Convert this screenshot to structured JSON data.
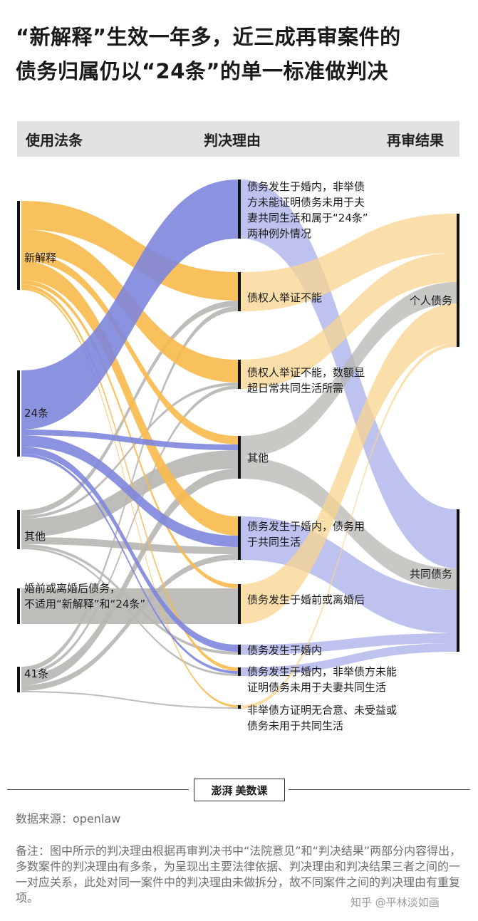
{
  "title_line1": "“新解释”生效一年多，近三成再审案件的",
  "title_line2": "债务归属仍以“24条”的单一标准做判决",
  "header": {
    "col1": "使用法条",
    "col2": "判决理由",
    "col3": "再审结果"
  },
  "logo": {
    "part1": "澎湃",
    "part2": "美数课"
  },
  "source": "数据来源：openlaw",
  "note": "备注：图中所示的判决理由根据再审判决书中“法院意见”和“判决结果”两部分内容得出，多数案件的判决理由有多条，为呈现出主要法律依据、判决理由和判决结果三者之间的一一对应关系，此处对同一案件中的判决理由未做拆分，故不同案件之间的判决理由有重复项。",
  "watermark": "知乎 @平林淡如画",
  "colors": {
    "xinjieshi": "#f8b94c",
    "tiao24": "#7e86dd",
    "other": "#b7b6b1",
    "result_personal": "#f8d48d",
    "result_common": "#a7adea"
  },
  "chart_data": {
    "type": "sankey",
    "nodes": {
      "law": [
        "新解释",
        "24条",
        "其他",
        "婚前或离婚后债务，\n不适用“新解释”和“24条”",
        "41条"
      ],
      "reason": [
        "债务发生于婚内，非举债\n方未能证明债务未用于夫\n妻共同生活和属于“24条”\n两种例外情况",
        "债权人举证不能",
        "债权人举证不能，数额显\n超日常共同生活所需",
        "其他",
        "债务发生于婚内，债务用\n于共同生活",
        "债务发生于婚前或离婚后",
        "债务发生于婚内",
        "债务发生于婚内，非举债方未能\n证明债务未用于夫妻共同生活",
        "非举债方证明无合意、未受益或\n债务未用于共同生活"
      ],
      "result": [
        "个人债务",
        "共同债务"
      ]
    },
    "flows_law_reason": [
      {
        "from": "新解释",
        "to": "债权人举证不能",
        "value": 40
      },
      {
        "from": "新解释",
        "to": "债权人举证不能，数额显超日常共同生活所需",
        "value": 32
      },
      {
        "from": "新解释",
        "to": "其他",
        "value": 12
      },
      {
        "from": "新解释",
        "to": "债务发生于婚内，债务用于共同生活",
        "value": 27
      },
      {
        "from": "新解释",
        "to": "债务发生于婚前或离婚后",
        "value": 6
      },
      {
        "from": "新解释",
        "to": "债务发生于婚内，非举债方未能证明债务未用于夫妻共同生活",
        "value": 5
      },
      {
        "from": "新解释",
        "to": "非举债方证明无合意、未受益或债务未用于共同生活",
        "value": 3
      },
      {
        "from": "24条",
        "to": "债务发生于婚内，非举债方未能证明债务未用于夫妻共同生活和属于“24条”两种例外情况",
        "value": 83
      },
      {
        "from": "24条",
        "to": "其他",
        "value": 8
      },
      {
        "from": "24条",
        "to": "债务发生于婚内，债务用于共同生活",
        "value": 16
      },
      {
        "from": "24条",
        "to": "债务发生于婚内",
        "value": 10
      },
      {
        "from": "24条",
        "to": "债务发生于婚内，非举债方未能证明债务未用于夫妻共同生活",
        "value": 4
      },
      {
        "from": "其他",
        "to": "债权人举证不能",
        "value": 8
      },
      {
        "from": "其他",
        "to": "债权人举证不能，数额显超日常共同生活所需",
        "value": 4
      },
      {
        "from": "其他",
        "to": "其他",
        "value": 26
      },
      {
        "from": "其他",
        "to": "债务发生于婚内，债务用于共同生活",
        "value": 10
      },
      {
        "from": "其他",
        "to": "债务发生于婚内",
        "value": 4
      },
      {
        "from": "其他",
        "to": "债务发生于婚内，非举债方未能证明债务未用于夫妻共同生活",
        "value": 3
      },
      {
        "from": "婚前或离婚后债务，不适用“新解释”和“24条”",
        "to": "债务发生于婚前或离婚后",
        "value": 50
      },
      {
        "from": "41条",
        "to": "债权人举证不能",
        "value": 7
      },
      {
        "from": "41条",
        "to": "债权人举证不能，数额显超日常共同生活所需",
        "value": 5
      },
      {
        "from": "41条",
        "to": "其他",
        "value": 14
      },
      {
        "from": "41条",
        "to": "债务发生于婚内，债务用于共同生活",
        "value": 8
      },
      {
        "from": "41条",
        "to": "非举债方证明无合意、未受益或债务未用于共同生活",
        "value": 2
      }
    ],
    "flows_reason_result": [
      {
        "from": "债务发生于婚内，非举债方未能证明债务未用于夫妻共同生活和属于“24条”两种例外情况",
        "to": "共同债务",
        "value": 83
      },
      {
        "from": "债权人举证不能",
        "to": "个人债务",
        "value": 55
      },
      {
        "from": "债权人举证不能，数额显超日常共同生活所需",
        "to": "个人债务",
        "value": 41
      },
      {
        "from": "其他",
        "to": "个人债务",
        "value": 30
      },
      {
        "from": "其他",
        "to": "共同债务",
        "value": 30
      },
      {
        "from": "债务发生于婚内，债务用于共同生活",
        "to": "共同债务",
        "value": 61
      },
      {
        "from": "债务发生于婚前或离婚后",
        "to": "个人债务",
        "value": 56
      },
      {
        "from": "债务发生于婚内",
        "to": "共同债务",
        "value": 14
      },
      {
        "from": "债务发生于婚内，非举债方未能证明债务未用于夫妻共同生活",
        "to": "共同债务",
        "value": 12
      },
      {
        "from": "非举债方证明无合意、未受益或债务未用于共同生活",
        "to": "个人债务",
        "value": 5
      }
    ]
  }
}
